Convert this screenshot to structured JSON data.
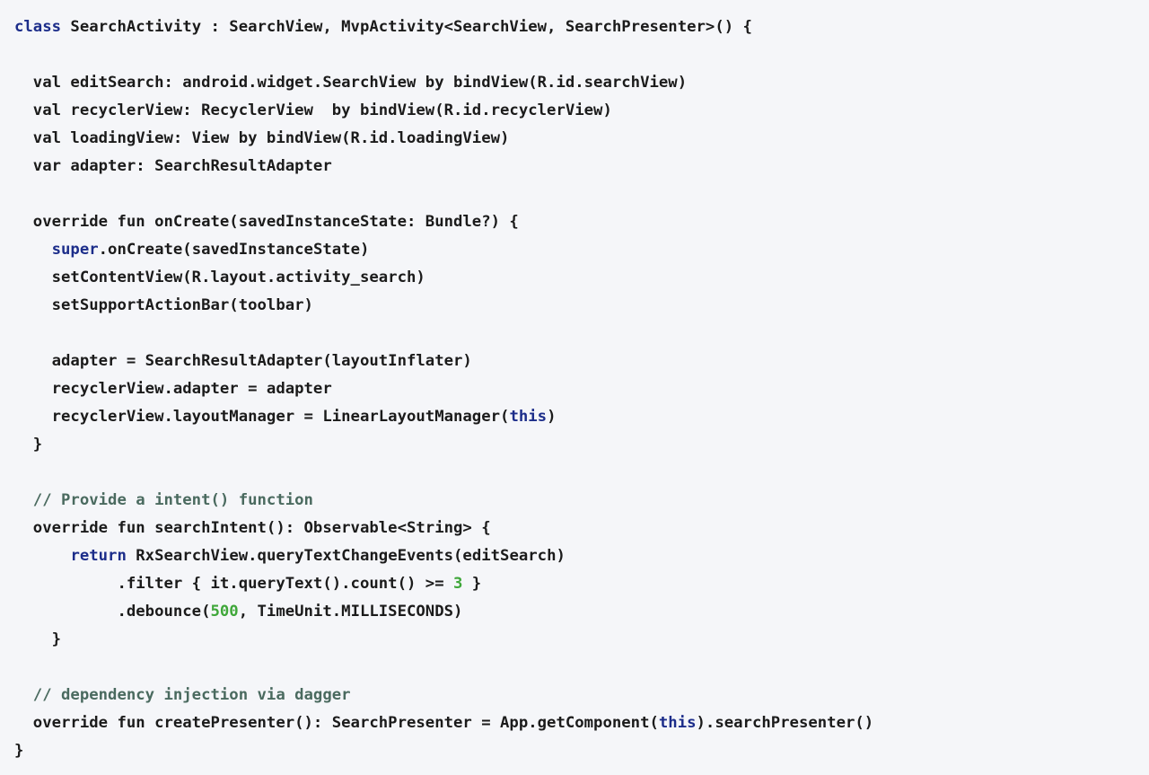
{
  "code": {
    "lines": [
      [
        {
          "t": "class",
          "c": "kw"
        },
        {
          "t": " SearchActivity : SearchView, MvpActivity<SearchView, SearchPresenter>() {"
        }
      ],
      [],
      [
        {
          "t": "  val editSearch: android.widget.SearchView by bindView(R.id.searchView)"
        }
      ],
      [
        {
          "t": "  val recyclerView: RecyclerView  by bindView(R.id.recyclerView)"
        }
      ],
      [
        {
          "t": "  val loadingView: View by bindView(R.id.loadingView)"
        }
      ],
      [
        {
          "t": "  var adapter: SearchResultAdapter"
        }
      ],
      [],
      [
        {
          "t": "  override fun onCreate(savedInstanceState: Bundle?) {"
        }
      ],
      [
        {
          "t": "    "
        },
        {
          "t": "super",
          "c": "kw"
        },
        {
          "t": ".onCreate(savedInstanceState)"
        }
      ],
      [
        {
          "t": "    setContentView(R.layout.activity_search)"
        }
      ],
      [
        {
          "t": "    setSupportActionBar(toolbar)"
        }
      ],
      [],
      [
        {
          "t": "    adapter = SearchResultAdapter(layoutInflater)"
        }
      ],
      [
        {
          "t": "    recyclerView.adapter = adapter"
        }
      ],
      [
        {
          "t": "    recyclerView.layoutManager = LinearLayoutManager("
        },
        {
          "t": "this",
          "c": "kw"
        },
        {
          "t": ")"
        }
      ],
      [
        {
          "t": "  }"
        }
      ],
      [],
      [
        {
          "t": "  // Provide a intent() function",
          "c": "cmt"
        }
      ],
      [
        {
          "t": "  override fun searchIntent(): Observable<String> {"
        }
      ],
      [
        {
          "t": "      "
        },
        {
          "t": "return",
          "c": "kw"
        },
        {
          "t": " RxSearchView.queryTextChangeEvents(editSearch)"
        }
      ],
      [
        {
          "t": "           .filter { it.queryText().count() >= "
        },
        {
          "t": "3",
          "c": "num"
        },
        {
          "t": " }"
        }
      ],
      [
        {
          "t": "           .debounce("
        },
        {
          "t": "500",
          "c": "num"
        },
        {
          "t": ", TimeUnit.MILLISECONDS)"
        }
      ],
      [
        {
          "t": "    }"
        }
      ],
      [],
      [
        {
          "t": "  // dependency injection via dagger",
          "c": "cmt"
        }
      ],
      [
        {
          "t": "  override fun createPresenter(): SearchPresenter = App.getComponent("
        },
        {
          "t": "this",
          "c": "kw"
        },
        {
          "t": ").searchPresenter()"
        }
      ],
      [
        {
          "t": "}"
        }
      ]
    ]
  }
}
